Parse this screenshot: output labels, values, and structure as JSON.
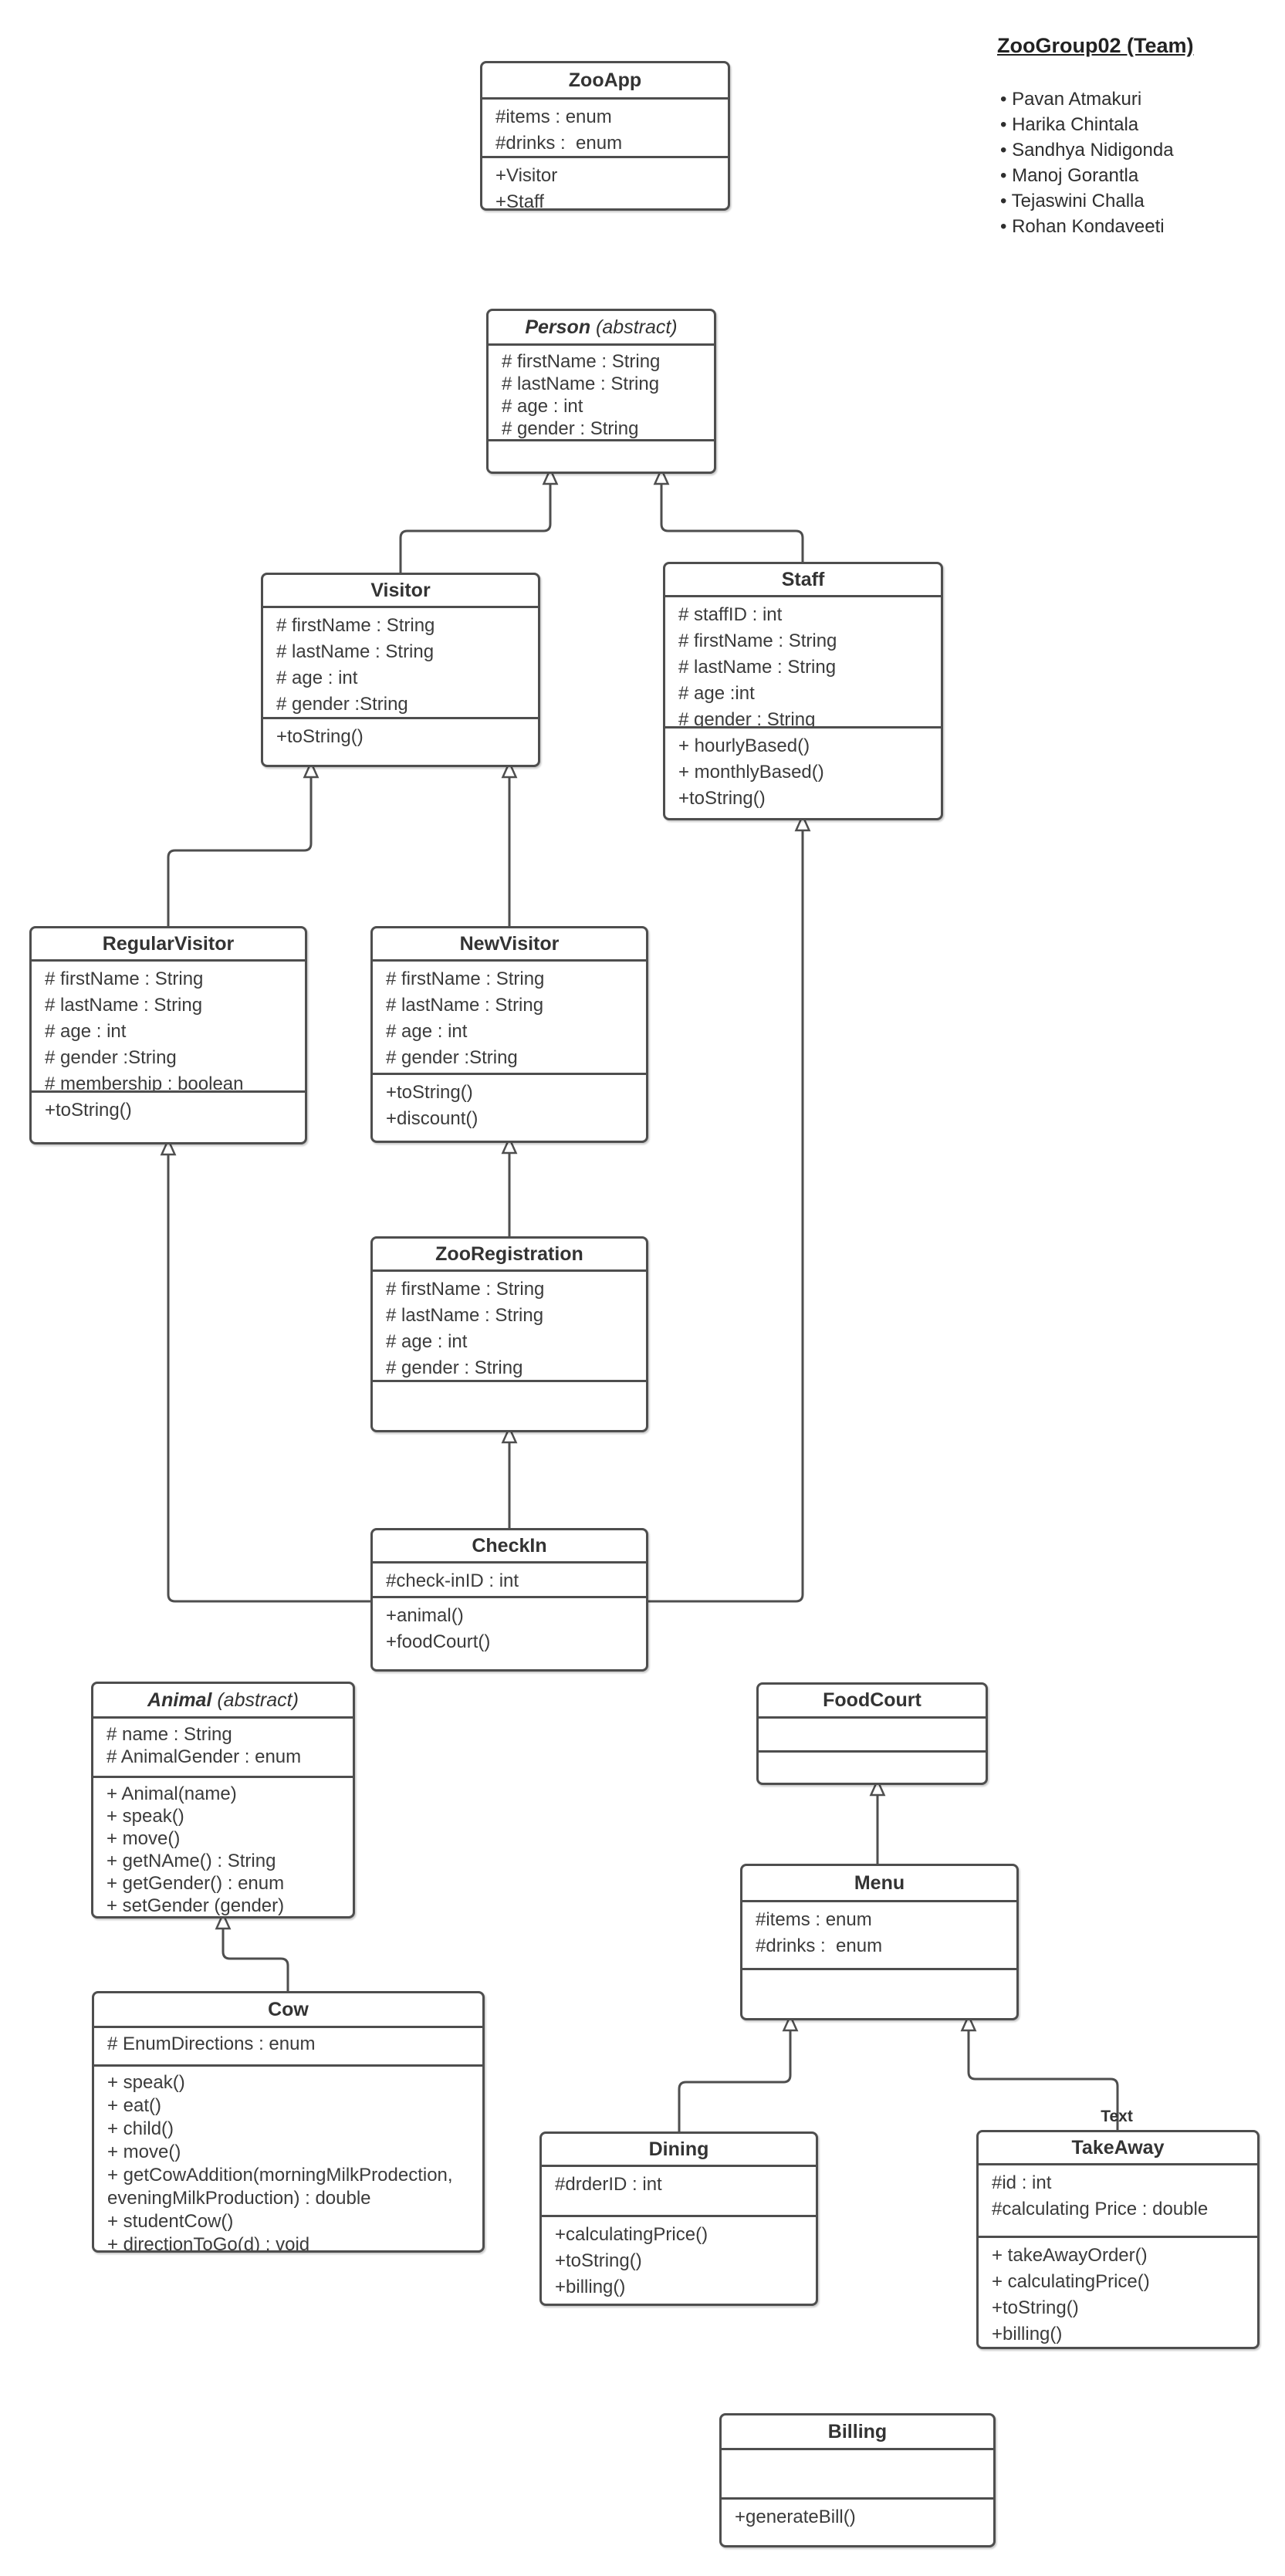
{
  "colors": {
    "line": "#4e4e4e",
    "text": "#3b3b3b",
    "background": "#ffffff"
  },
  "team": {
    "title": "ZooGroup02 (Team)",
    "members": [
      "Pavan Atmakuri",
      "Harika Chintala",
      "Sandhya Nidigonda",
      "Manoj Gorantla",
      "Tejaswini Challa",
      "Rohan Kondaveeti"
    ]
  },
  "annotations": {
    "takeaway_label": "Text"
  },
  "diagram": {
    "classes": [
      {
        "id": "ZooApp",
        "title": "ZooApp",
        "stereotype": "",
        "abstract": false,
        "attributes": [
          "#items : enum",
          "#drinks :  enum"
        ],
        "methods": [
          "+Visitor",
          "+Staff"
        ]
      },
      {
        "id": "Person",
        "title": "Person",
        "stereotype": "(abstract)",
        "abstract": true,
        "attributes": [
          "# firstName : String",
          "# lastName : String",
          "# age : int",
          "# gender : String"
        ],
        "methods": []
      },
      {
        "id": "Visitor",
        "title": "Visitor",
        "stereotype": "",
        "abstract": false,
        "attributes": [
          "# firstName : String",
          "# lastName : String",
          "# age : int",
          "# gender :String"
        ],
        "methods": [
          "+toString()"
        ]
      },
      {
        "id": "Staff",
        "title": "Staff",
        "stereotype": "",
        "abstract": false,
        "attributes": [
          "# staffID : int",
          "# firstName : String",
          "# lastName : String",
          "# age :int",
          "# gender : String"
        ],
        "methods": [
          "+ hourlyBased()",
          "+ monthlyBased()",
          "+toString()"
        ]
      },
      {
        "id": "RegularVisitor",
        "title": "RegularVisitor",
        "stereotype": "",
        "abstract": false,
        "attributes": [
          "# firstName : String",
          "# lastName : String",
          "# age : int",
          "# gender :String",
          "# membership : boolean"
        ],
        "methods": [
          "+toString()"
        ]
      },
      {
        "id": "NewVisitor",
        "title": "NewVisitor",
        "stereotype": "",
        "abstract": false,
        "attributes": [
          "# firstName : String",
          "# lastName : String",
          "# age : int",
          "# gender :String"
        ],
        "methods": [
          "+toString()",
          "+discount()"
        ]
      },
      {
        "id": "ZooRegistration",
        "title": "ZooRegistration",
        "stereotype": "",
        "abstract": false,
        "attributes": [
          "# firstName : String",
          "# lastName : String",
          "# age : int",
          "# gender : String"
        ],
        "methods": []
      },
      {
        "id": "CheckIn",
        "title": "CheckIn",
        "stereotype": "",
        "abstract": false,
        "attributes": [
          "#check-inID : int"
        ],
        "methods": [
          "+animal()",
          "+foodCourt()"
        ]
      },
      {
        "id": "Animal",
        "title": "Animal",
        "stereotype": "(abstract)",
        "abstract": true,
        "attributes": [
          "# name : String",
          "# AnimalGender : enum"
        ],
        "methods": [
          "+ Animal(name)",
          "+ speak()",
          "+ move()",
          "+ getNAme() : String",
          "+ getGender() : enum",
          "+ setGender (gender)"
        ]
      },
      {
        "id": "FoodCourt",
        "title": "FoodCourt",
        "stereotype": "",
        "abstract": false,
        "attributes": [],
        "methods": []
      },
      {
        "id": "Cow",
        "title": "Cow",
        "stereotype": "",
        "abstract": false,
        "attributes": [
          "# EnumDirections : enum"
        ],
        "methods": [
          "+ speak()",
          "+ eat()",
          "+ child()",
          "+ move()",
          "+ getCowAddition(morningMilkProdection, eveningMilkProduction) : double",
          "+ studentCow()",
          "+ directionToGo(d) : void"
        ]
      },
      {
        "id": "Menu",
        "title": "Menu",
        "stereotype": "",
        "abstract": false,
        "attributes": [
          "#items : enum",
          "#drinks :  enum"
        ],
        "methods": []
      },
      {
        "id": "Dining",
        "title": "Dining",
        "stereotype": "",
        "abstract": false,
        "attributes": [
          "#drderID : int"
        ],
        "methods": [
          "+calculatingPrice()",
          "+toString()",
          "+billing()"
        ]
      },
      {
        "id": "TakeAway",
        "title": "TakeAway",
        "stereotype": "",
        "abstract": false,
        "attributes": [
          "#id : int",
          "#calculating Price : double"
        ],
        "methods": [
          "+ takeAwayOrder()",
          "+ calculatingPrice()",
          "+toString()",
          "+billing()"
        ]
      },
      {
        "id": "Billing",
        "title": "Billing",
        "stereotype": "",
        "abstract": false,
        "attributes": [],
        "methods": [
          "+generateBill()"
        ]
      }
    ],
    "relationships": [
      {
        "from": "Visitor",
        "to": "Person",
        "type": "generalization"
      },
      {
        "from": "Staff",
        "to": "Person",
        "type": "generalization"
      },
      {
        "from": "RegularVisitor",
        "to": "Visitor",
        "type": "generalization"
      },
      {
        "from": "NewVisitor",
        "to": "Visitor",
        "type": "generalization"
      },
      {
        "from": "ZooRegistration",
        "to": "NewVisitor",
        "type": "generalization"
      },
      {
        "from": "CheckIn",
        "to": "ZooRegistration",
        "type": "generalization"
      },
      {
        "from": "CheckIn",
        "to": "RegularVisitor",
        "type": "generalization"
      },
      {
        "from": "CheckIn",
        "to": "Staff",
        "type": "generalization"
      },
      {
        "from": "Cow",
        "to": "Animal",
        "type": "generalization"
      },
      {
        "from": "Menu",
        "to": "FoodCourt",
        "type": "generalization"
      },
      {
        "from": "Dining",
        "to": "Menu",
        "type": "generalization"
      },
      {
        "from": "TakeAway",
        "to": "Menu",
        "type": "generalization"
      }
    ]
  }
}
